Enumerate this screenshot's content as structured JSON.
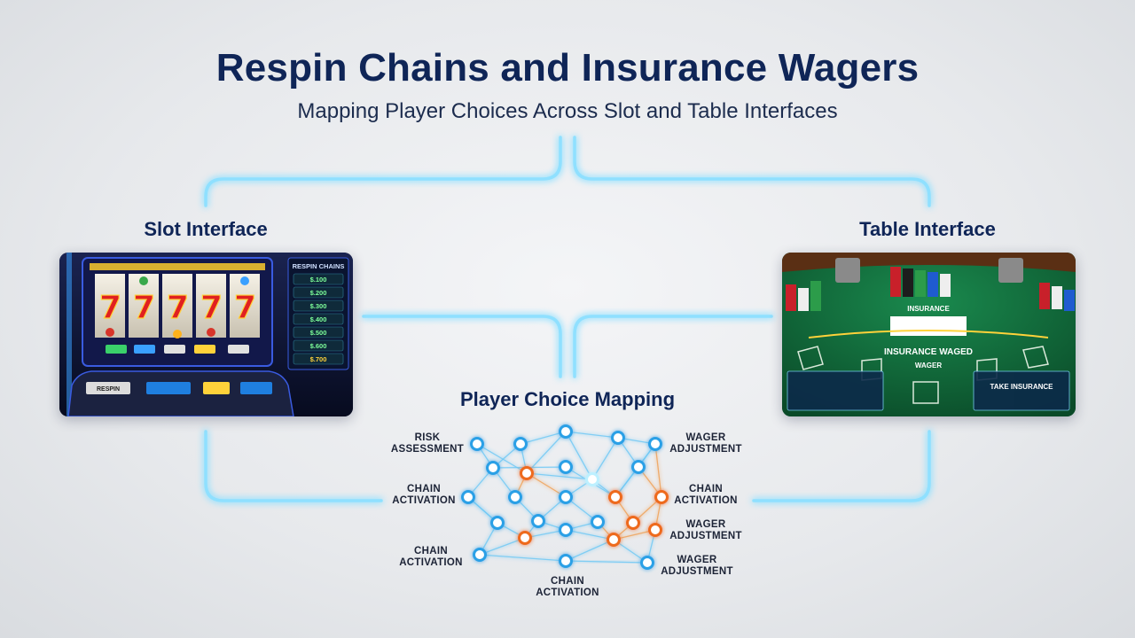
{
  "title": "Respin Chains and Insurance Wagers",
  "subtitle": "Mapping Player Choices Across Slot and Table Interfaces",
  "sections": {
    "slot": "Slot Interface",
    "table": "Table Interface",
    "mapping": "Player Choice Mapping"
  },
  "slot_screen": {
    "panel_title": "RESPIN CHAINS",
    "reel_symbol": "7",
    "respin_values": [
      "$.100",
      "$.200",
      "$.300",
      "$.400",
      "$.500",
      "$.600",
      "$.700"
    ],
    "button_label": "RESPIN"
  },
  "table_screen": {
    "insurance_label": "INSURANCE",
    "felt_text": "INSURANCE WAGED",
    "wager_text": "WAGER",
    "take_insurance": "TAKE INSURANCE"
  },
  "map_labels": {
    "risk": [
      "RISK",
      "ASSESSMENT"
    ],
    "chain_1": [
      "CHAIN",
      "ACTIVATION"
    ],
    "chain_2": [
      "CHAIN",
      "ACTIVATION"
    ],
    "chain_bottom": [
      "CHAIN",
      "ACTIVATION"
    ],
    "wager_1": [
      "WAGER",
      "ADJUSTMENT"
    ],
    "chain_right": [
      "CHAIN",
      "ACTIVATION"
    ],
    "wager_2": [
      "WAGER",
      "ADJUSTMENT"
    ],
    "wager_3": [
      "WAGER",
      "ADJUSTMENT"
    ]
  },
  "colors": {
    "title": "#0f2557",
    "glow": "#7fd8ff",
    "node_blue": "#2aa0e6",
    "node_orange": "#ee6a1c"
  }
}
